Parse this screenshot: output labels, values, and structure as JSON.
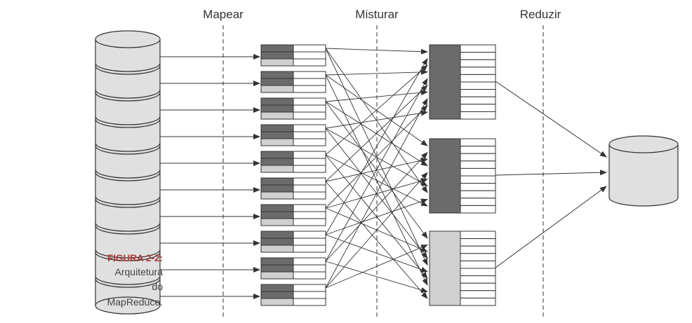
{
  "stages": {
    "map": "Mapear",
    "shuffle": "Misturar",
    "reduce": "Reduzir"
  },
  "caption": {
    "label": "FIGURA 2-2:",
    "lines": [
      "Arquitetura",
      "do",
      "MapReduce."
    ]
  },
  "structure": {
    "input_db_slices": 10,
    "map_tasks": 10,
    "reducers": 3,
    "reducer_rows": 10
  },
  "colors": {
    "dark_fill": "#6b6b6b",
    "light_fill": "#d0d0d0",
    "db_fill": "#e0e0e0",
    "caption_accent": "#b03a3a",
    "line": "#333333"
  }
}
